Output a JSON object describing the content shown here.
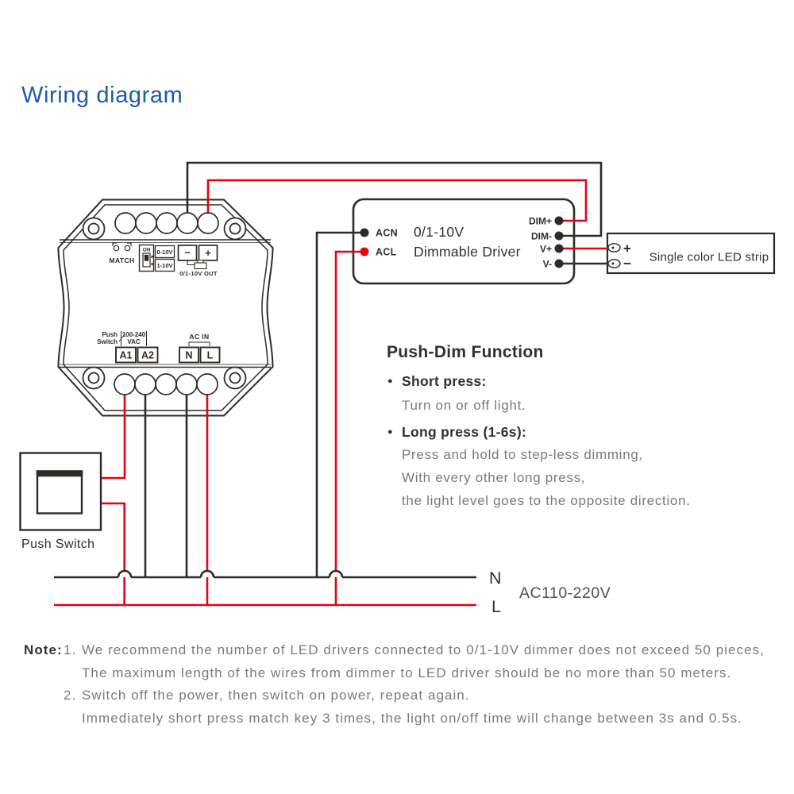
{
  "title": "Wiring diagram",
  "colors": {
    "accent_blue": "#1d5ca8",
    "wire_red": "#e60012",
    "line_dark": "#2f2a26",
    "text_gray": "#7d7877"
  },
  "dimmer": {
    "match_label": "MATCH",
    "dip": {
      "on": "ON",
      "mode1": "0-10V",
      "mode2": "1-10V"
    },
    "out_minus": "−",
    "out_plus": "+",
    "out_label": "0/1-10V OUT",
    "push_label_1": "Push",
    "push_label_2": "Switch",
    "vac_label_1": "100-240",
    "vac_label_2": "VAC",
    "terminals": [
      "A1",
      "A2"
    ],
    "ac_in_label": "AC IN",
    "ac_terminals": [
      "N",
      "L"
    ]
  },
  "driver": {
    "left_terminals": [
      {
        "label": "ACN",
        "dot_color": "#2f2a26"
      },
      {
        "label": "ACL",
        "dot_color": "#e60012"
      }
    ],
    "name_line1": "0/1-10V",
    "name_line2": "Dimmable Driver",
    "right_terminals": [
      {
        "label": "DIM+"
      },
      {
        "label": "DIM-"
      },
      {
        "label": "V+"
      },
      {
        "label": "V-"
      }
    ]
  },
  "led_strip": {
    "plus": "+",
    "minus": "−",
    "label": "Single color LED strip"
  },
  "push_switch": {
    "label": "Push Switch"
  },
  "power": {
    "n_label": "N",
    "l_label": "L",
    "voltage": "AC110-220V"
  },
  "push_dim": {
    "title": "Push-Dim Function",
    "bullet": "●",
    "items": [
      {
        "heading": "Short press:",
        "lines": [
          "Turn on or off light."
        ]
      },
      {
        "heading": "Long press (1-6s):",
        "lines": [
          "Press and hold to step-less dimming,",
          "With every other long press,",
          "the light level goes to the opposite direction."
        ]
      }
    ]
  },
  "note": {
    "label": "Note:",
    "lines": [
      {
        "num": "1.",
        "text": "We recommend the number of LED drivers connected to 0/1-10V dimmer does not exceed 50 pieces,"
      },
      {
        "num": "",
        "text": "The maximum length of the wires from dimmer to LED driver should be no more than 50 meters."
      },
      {
        "num": "2.",
        "text": "Switch off the power, then switch on power, repeat again."
      },
      {
        "num": "",
        "text": "Immediately short press match key 3 times, the light on/off time will change between 3s and 0.5s."
      }
    ]
  }
}
